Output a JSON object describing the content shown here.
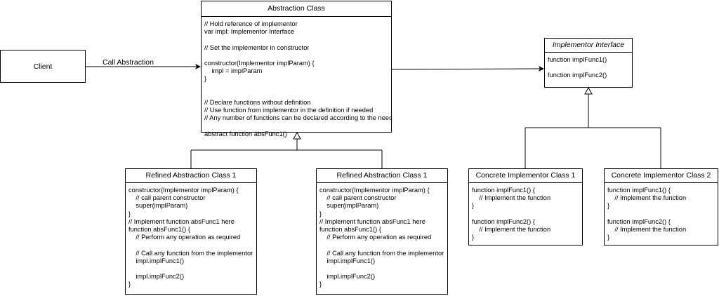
{
  "client": {
    "label": "Client"
  },
  "edge_labels": {
    "call_abstraction": "Call Abstraction"
  },
  "abstraction": {
    "title": "Abstraction Class",
    "lines": [
      "// Hold reference of implementor",
      "var impl: Implementor Interface",
      "",
      "// Set the implementor in constructor",
      "",
      "constructor(Implementor implParam) {",
      "    impl = implParam",
      "}",
      "",
      "",
      "// Declare functions without definition",
      "// Use function from implementor in the definition if needed",
      "// Any number of functions can be declared according to the need",
      "",
      "abstract function absFunc1()"
    ]
  },
  "implementor_interface": {
    "title": "Implementor Interface",
    "lines": [
      "function implFunc1()",
      "",
      "function implFunc2()"
    ]
  },
  "refined_1": {
    "title": "Refined Abstraction Class 1",
    "lines": [
      "constructor(Implementor implParam) {",
      "    // call parent constructor",
      "    super(implParam)",
      "}",
      "// Implement function absFunc1 here",
      "function absFunc1() {",
      "    // Perform any operation as required",
      "",
      "    // Call any function from the implementor",
      "    impl.implFunc1()",
      "",
      "    impl.implFunc2()",
      "}"
    ]
  },
  "refined_2": {
    "title": "Refined Abstraction Class 1",
    "lines": [
      "constructor(Implementor implParam) {",
      "    // call parent constructor",
      "    super(implParam)",
      "}",
      "// Implement function absFunc1 here",
      "function absFunc1() {",
      "    // Perform any operation as required",
      "",
      "    // Call any function from the implementor",
      "    impl.implFunc1()",
      "",
      "    impl.implFunc2()",
      "}"
    ]
  },
  "concrete_1": {
    "title": "Concrete Implementor Class 1",
    "lines": [
      "function implFunc1() {",
      "    // Implement the function",
      "}",
      "",
      "function implFunc2() {",
      "    // Implement the function",
      "}"
    ]
  },
  "concrete_2": {
    "title": "Concrete Implementor Class 2",
    "lines": [
      "function implFunc1() {",
      "    // Implement the function",
      "}",
      "",
      "function implFunc2() {",
      "    // Implement the function",
      "}"
    ]
  }
}
